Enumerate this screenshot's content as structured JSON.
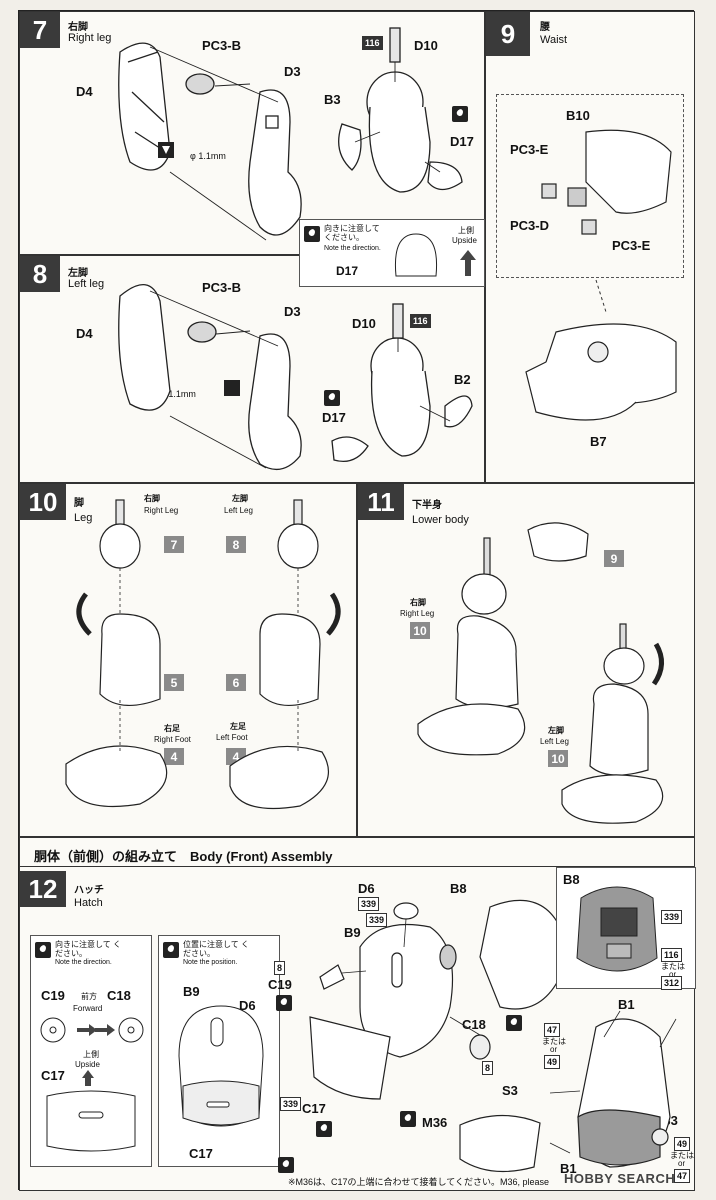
{
  "step7": {
    "number": "7",
    "title_jp": "右脚",
    "title_en": "Right leg",
    "labels": {
      "pc3b": "PC3-B",
      "d3": "D3",
      "d4": "D4",
      "d10": "D10",
      "b3": "B3",
      "d17": "D17",
      "phi": "φ 1.1mm",
      "code": "116"
    }
  },
  "step8": {
    "number": "8",
    "title_jp": "左脚",
    "title_en": "Left leg",
    "labels": {
      "pc3b": "PC3-B",
      "d3": "D3",
      "d4": "D4",
      "d10": "D10",
      "b2": "B2",
      "d17": "D17",
      "phi": "φ 1.1mm",
      "code": "116"
    }
  },
  "step9": {
    "number": "9",
    "title_jp": "腰",
    "title_en": "Waist",
    "labels": {
      "b10": "B10",
      "pc3e_a": "PC3-E",
      "pc3d": "PC3-D",
      "pc3e_b": "PC3-E",
      "b7": "B7"
    }
  },
  "note_d17": {
    "jp": "向きに注意して ください。",
    "en": "Note the direction.",
    "part": "D17",
    "up_jp": "上側",
    "up_en": "Upside"
  },
  "step10": {
    "number": "10",
    "title_jp": "脚",
    "title_en": "Leg",
    "right_leg_jp": "右脚",
    "right_leg_en": "Right Leg",
    "left_leg_jp": "左脚",
    "left_leg_en": "Left Leg",
    "ref7": "7",
    "ref8": "8",
    "ref5": "5",
    "ref6": "6",
    "right_foot_jp": "右足",
    "right_foot_en": "Right Foot",
    "left_foot_jp": "左足",
    "left_foot_en": "Left Foot",
    "ref4a": "4",
    "ref4b": "4"
  },
  "step11": {
    "number": "11",
    "title_jp": "下半身",
    "title_en": "Lower body",
    "ref9": "9",
    "right_leg_jp": "右脚",
    "right_leg_en": "Right Leg",
    "ref10a": "10",
    "left_leg_jp": "左脚",
    "left_leg_en": "Left Leg",
    "ref10b": "10"
  },
  "body_header": "胴体（前側）の組み立て　Body (Front) Assembly",
  "step12": {
    "number": "12",
    "title_jp": "ハッチ",
    "title_en": "Hatch",
    "note1": {
      "jp": "向きに注意して ください。",
      "en": "Note the direction.",
      "c19": "C19",
      "c18": "C18",
      "fwd_jp": "前方",
      "fwd_en": "Forward",
      "c17": "C17",
      "up_jp": "上側",
      "up_en": "Upside"
    },
    "note2": {
      "jp": "位置に注意して ください。",
      "en": "Note the position.",
      "b9": "B9",
      "d6": "D6",
      "c17": "C17"
    },
    "labels": {
      "d6": "D6",
      "b8": "B8",
      "b9": "B9",
      "c19": "C19",
      "c18": "C18",
      "c17": "C17",
      "m36": "M36",
      "b1a": "B1",
      "b1b": "B1",
      "s3a": "S3",
      "s3b": "S3",
      "codes_339": "339",
      "code_8": "8",
      "code_47": "47",
      "code_49": "49",
      "mataha": "または",
      "or": "or"
    },
    "inset": {
      "b8": "B8",
      "c339": "339",
      "c116": "116",
      "mataha": "または",
      "or": "or",
      "c312": "312"
    },
    "footnote": "※M36は、C17の上端に合わせて接着してください。M36, please"
  },
  "watermark": "HOBBY SEARCH"
}
